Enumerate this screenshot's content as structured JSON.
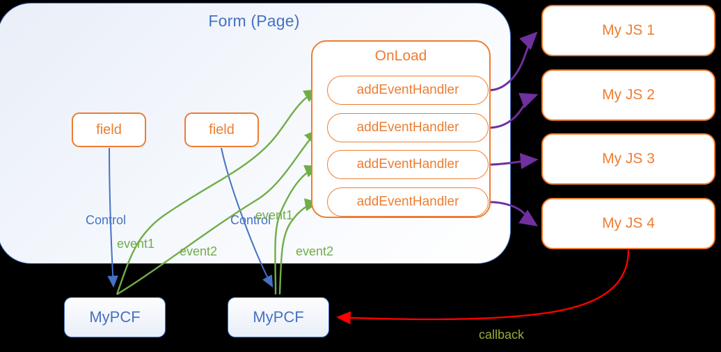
{
  "diagram": {
    "title": "Form (Page)",
    "colors": {
      "orange": "#ED7D31",
      "blue": "#4472C4",
      "green": "#70AD47",
      "purple": "#7030A0",
      "red": "#FF0000",
      "olive": "#9aab3a"
    }
  },
  "form": {
    "title": "Form (Page)",
    "fields": [
      {
        "label": "field"
      },
      {
        "label": "field"
      }
    ],
    "onload": {
      "title": "OnLoad",
      "handlers": [
        {
          "label": "addEventHandler"
        },
        {
          "label": "addEventHandler"
        },
        {
          "label": "addEventHandler"
        },
        {
          "label": "addEventHandler"
        }
      ]
    }
  },
  "scripts": [
    {
      "label": "My JS 1"
    },
    {
      "label": "My JS 2"
    },
    {
      "label": "My JS 3"
    },
    {
      "label": "My JS 4"
    }
  ],
  "components": [
    {
      "label": "MyPCF"
    },
    {
      "label": "MyPCF"
    }
  ],
  "edge_labels": {
    "control_1": "Control",
    "control_2": "Control",
    "event1_a": "event1",
    "event2_a": "event2",
    "event1_b": "event1",
    "event2_b": "event2",
    "callback": "callback"
  }
}
